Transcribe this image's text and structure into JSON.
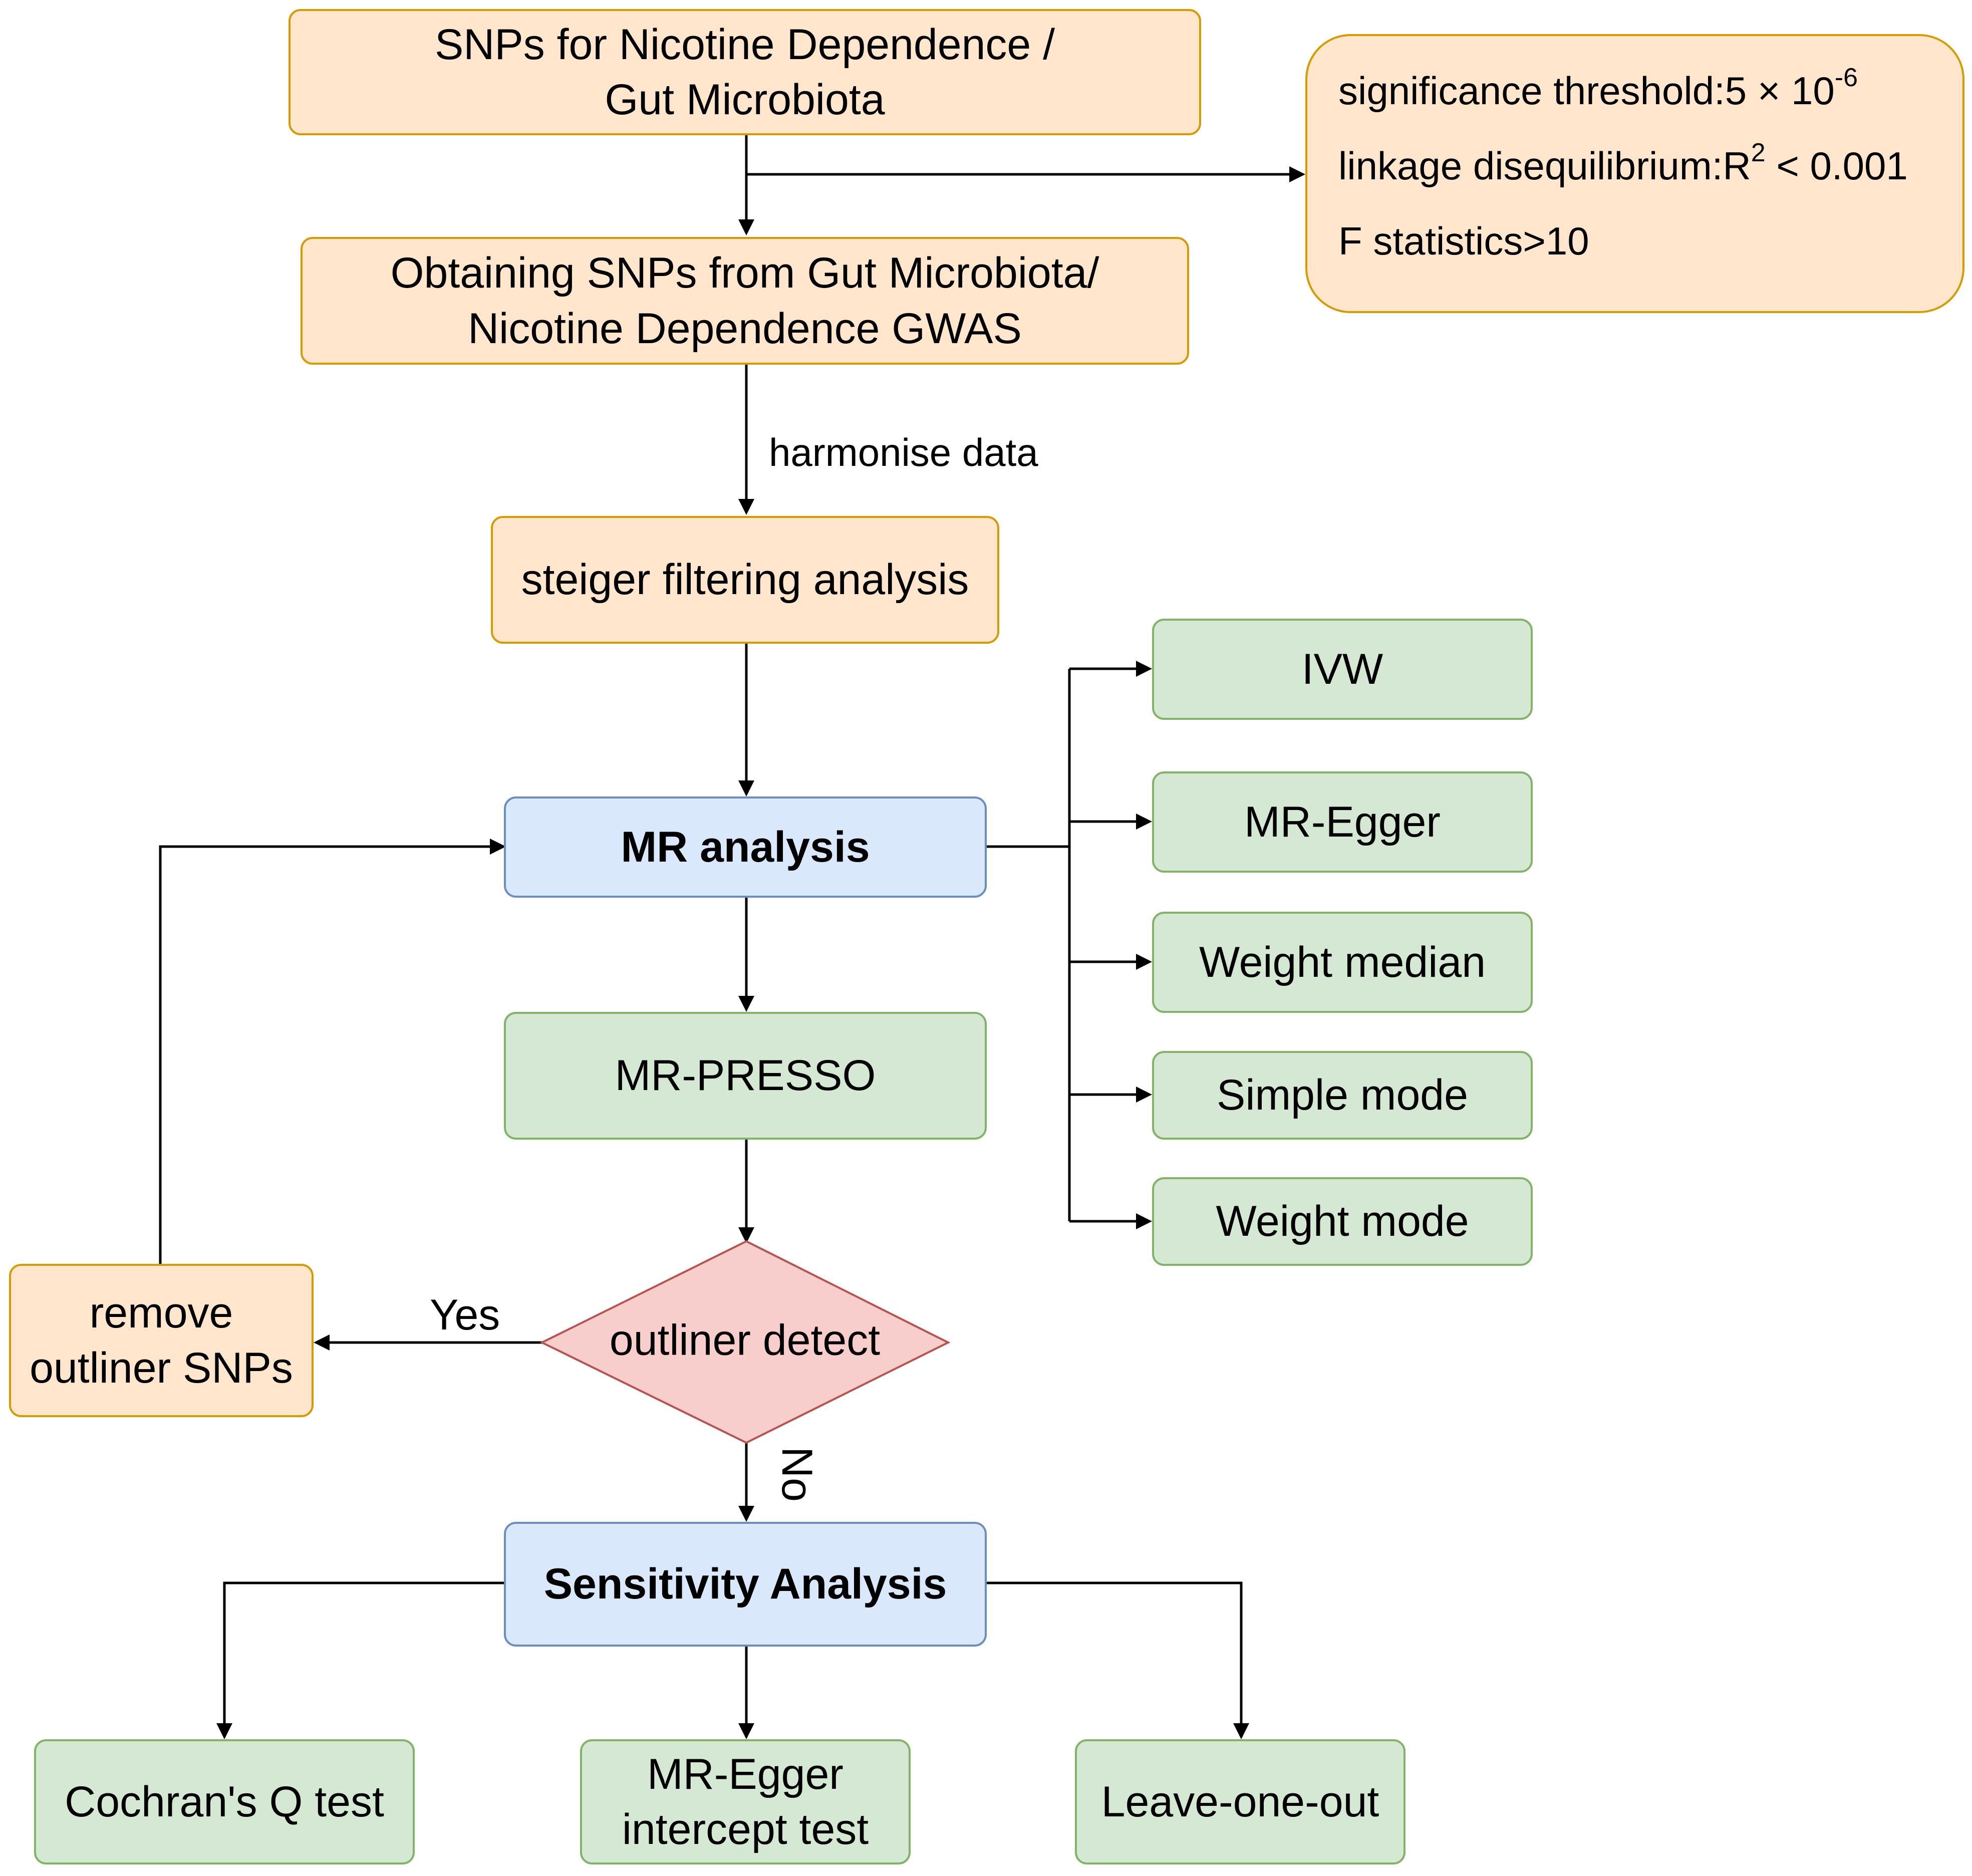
{
  "nodes": {
    "snps_source": "SNPs for  Nicotine Dependence /\nGut Microbiota",
    "obtain_snps": "Obtaining SNPs from Gut Microbiota/\nNicotine Dependence GWAS",
    "steiger": "steiger filtering analysis",
    "mr_analysis": "MR analysis",
    "mr_presso": "MR-PRESSO",
    "outliner_detect": "outliner detect",
    "remove_outliner": "remove\noutliner SNPs",
    "sensitivity": "Sensitivity Analysis",
    "cochran": "Cochran's Q test",
    "egger_intercept": "MR-Egger\nintercept test",
    "leave_one_out": "Leave-one-out"
  },
  "methods": [
    "IVW",
    "MR-Egger",
    "Weight median",
    "Simple mode",
    "Weight mode"
  ],
  "criteria": {
    "threshold_label": "significance threshold:5 × 10",
    "threshold_exp": "-6",
    "ld_label": "linkage disequilibrium:R",
    "ld_exp": "2",
    "ld_value": " < 0.001",
    "f_stat": "F statistics>10"
  },
  "edge_labels": {
    "harmonise": "harmonise data",
    "yes": "Yes",
    "no": "No"
  }
}
